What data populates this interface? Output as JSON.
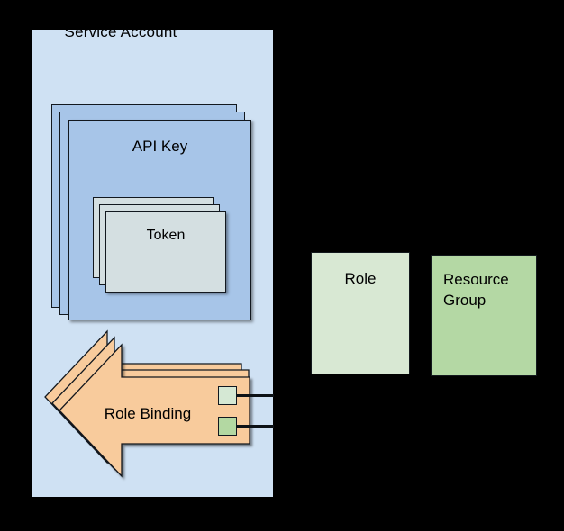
{
  "diagram": {
    "type": "architecture-diagram",
    "background_color": "#000000",
    "service_account": {
      "label": "Service Account",
      "fill": "#cfe1f3"
    },
    "api_key": {
      "label": "API Key",
      "fill": "#a7c5e8",
      "stack_count": 3
    },
    "token": {
      "label": "Token",
      "fill": "#d4dfe1",
      "stack_count": 3
    },
    "role_binding": {
      "label": "Role Binding",
      "fill": "#f8cb9c",
      "stack_count": 3,
      "shape": "left-pointing-arrow",
      "ports": [
        {
          "name": "role-port",
          "fill": "#d5e8d4"
        },
        {
          "name": "resource-group-port",
          "fill": "#b3d8a2"
        }
      ]
    },
    "role": {
      "label": "Role",
      "fill": "#d8e8d3"
    },
    "resource_group": {
      "label_line1": "Resource",
      "label_line2": "Group",
      "label": "Resource Group",
      "fill": "#b4d8a4"
    },
    "connectors": [
      {
        "name": "role-binding-to-role",
        "from": "role-port",
        "to": "role"
      },
      {
        "name": "role-binding-to-resource-group",
        "from": "resource-group-port",
        "to": "resource-group"
      }
    ]
  }
}
